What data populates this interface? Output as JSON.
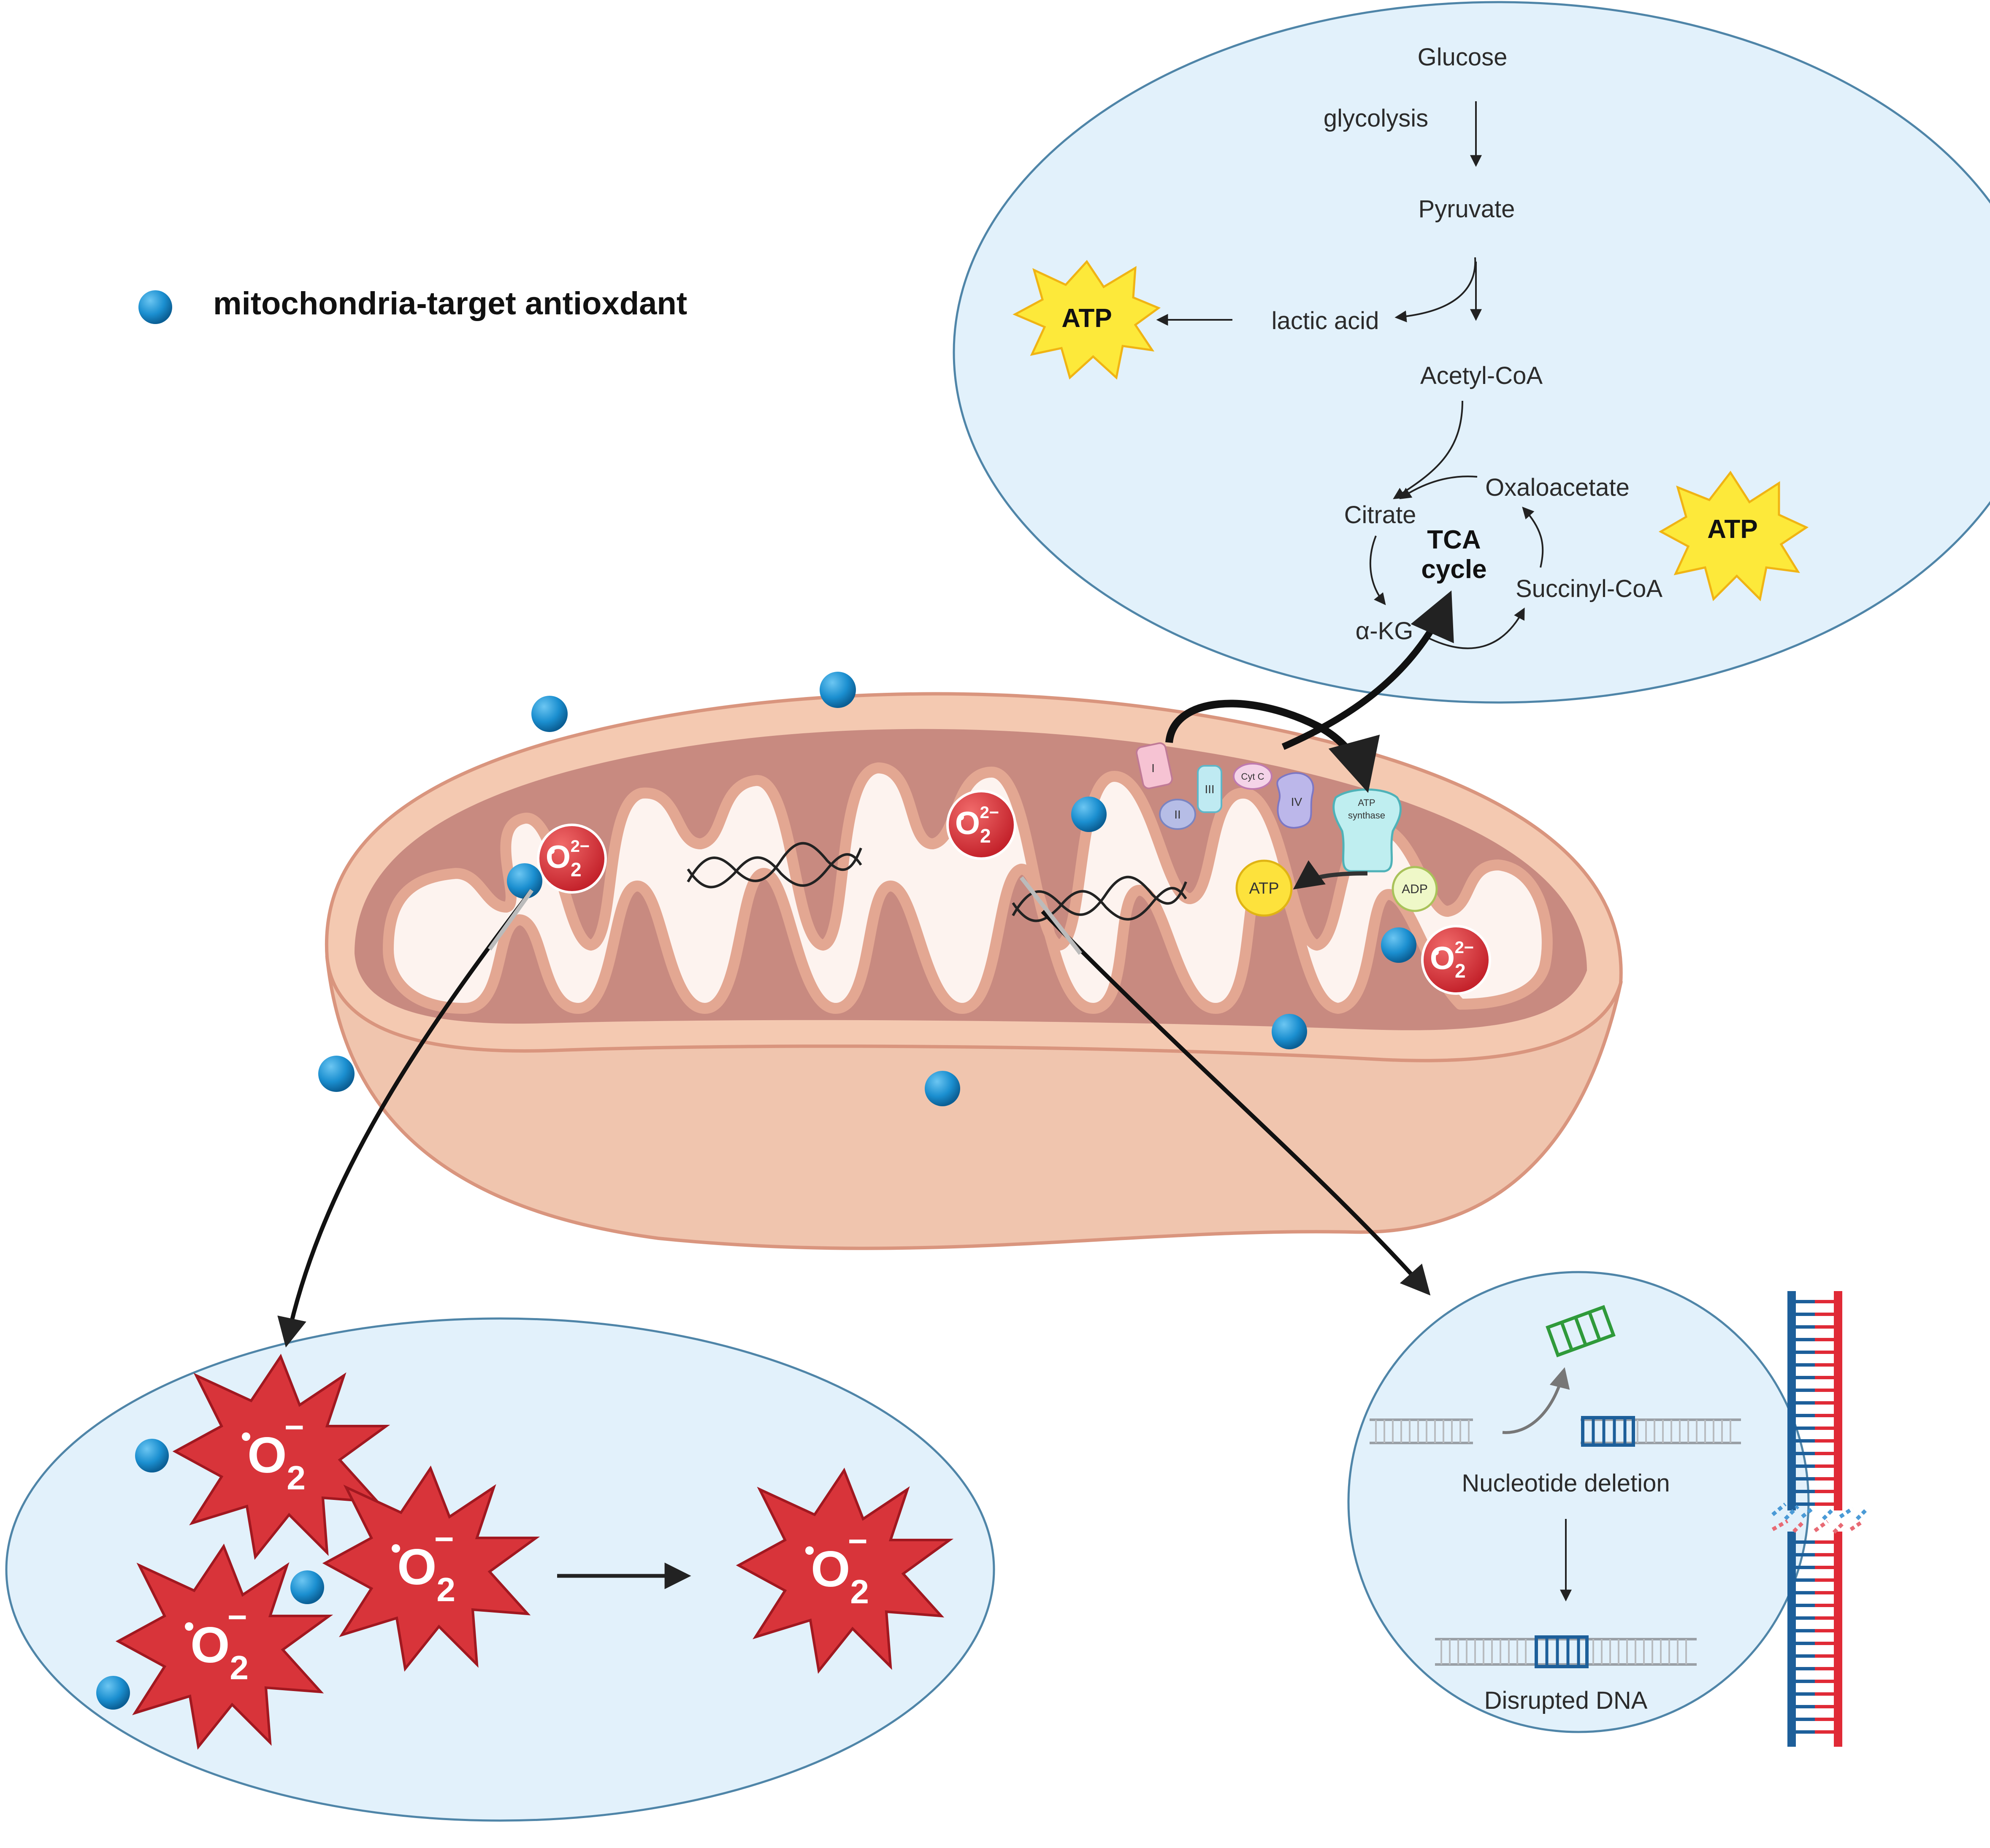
{
  "legend": {
    "label": "mitochondria-target antioxdant",
    "icon": "antioxidant-dot-icon",
    "color": "#1b8fd0"
  },
  "metabolism": {
    "glucose": "Glucose",
    "glycolysis": "glycolysis",
    "pyruvate": "Pyruvate",
    "lactic_acid": "lactic acid",
    "acetyl_coa": "Acetyl-CoA",
    "citrate": "Citrate",
    "oxaloacetate": "Oxaloacetate",
    "tca_line1": "TCA",
    "tca_line2": "cycle",
    "akg": "α-KG",
    "succinyl_coa": "Succinyl-CoA",
    "atp_left": "ATP",
    "atp_right": "ATP"
  },
  "mitochondrion": {
    "complex_1": "I",
    "complex_2": "II",
    "complex_3": "III",
    "cyt_c": "Cyt C",
    "complex_4": "IV",
    "atp_synthase_line1": "ATP",
    "atp_synthase_line2": "synthase",
    "atp": "ATP",
    "adp": "ADP",
    "superoxide_base": "O",
    "superoxide_sub": "2",
    "superoxide_sup": "2−",
    "colors": {
      "outer": "#f3c4ac",
      "intermembrane": "#c98a80",
      "matrix": "#fdf3ef",
      "superoxide": "#d8343a"
    }
  },
  "ros_panel": {
    "radical_base": "O",
    "radical_sub": "2",
    "radical_sup": "−"
  },
  "dna_panel": {
    "nucleotide_deletion": "Nucleotide deletion",
    "disrupted_dna": "Disrupted DNA",
    "strand_blue": "#1d5f9a",
    "strand_red": "#e02a36"
  }
}
